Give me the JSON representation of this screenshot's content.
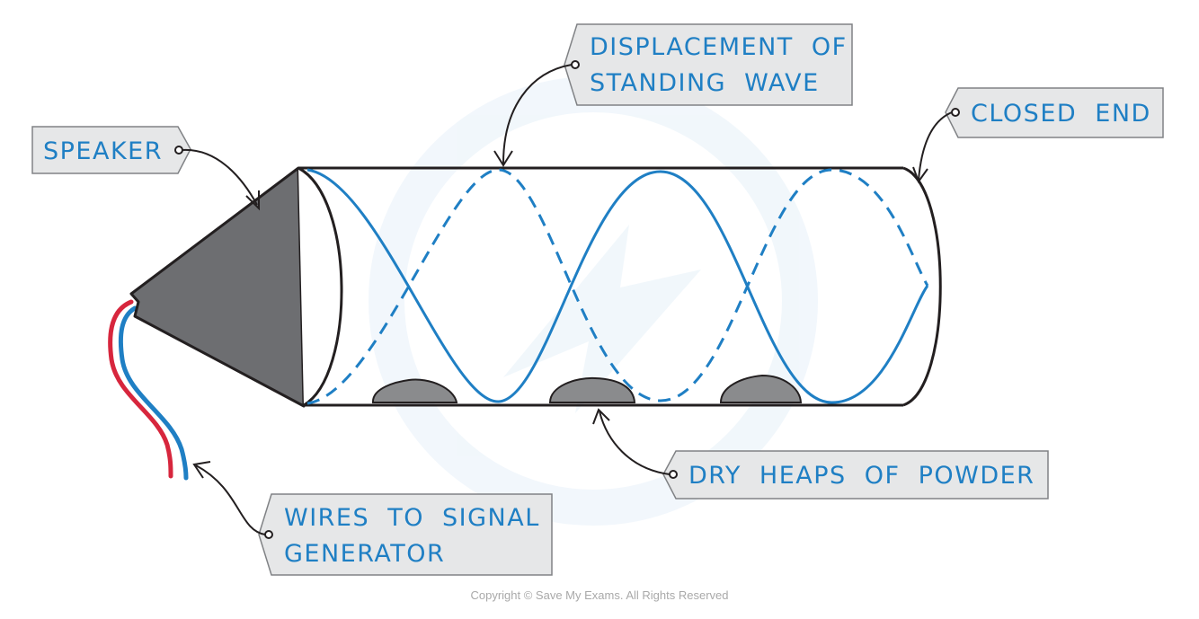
{
  "labels": {
    "speaker": "SPEAKER",
    "displacement_line1": "DISPLACEMENT OF",
    "displacement_line2": "STANDING WAVE",
    "closed_end": "CLOSED END",
    "powder": "DRY HEAPS OF POWDER",
    "wires_line1": "WIRES TO SIGNAL",
    "wires_line2": "GENERATOR"
  },
  "copyright": "Copyright © Save My Exams. All Rights Reserved",
  "colors": {
    "wave": "#1f7fc4",
    "label_text": "#1f7fc4",
    "label_box": "#e6e7e8",
    "speaker": "#6d6e71",
    "powder": "#8a8b8d",
    "wire_red": "#d7263d",
    "wire_blue": "#1f7fc4",
    "outline": "#231f20"
  }
}
